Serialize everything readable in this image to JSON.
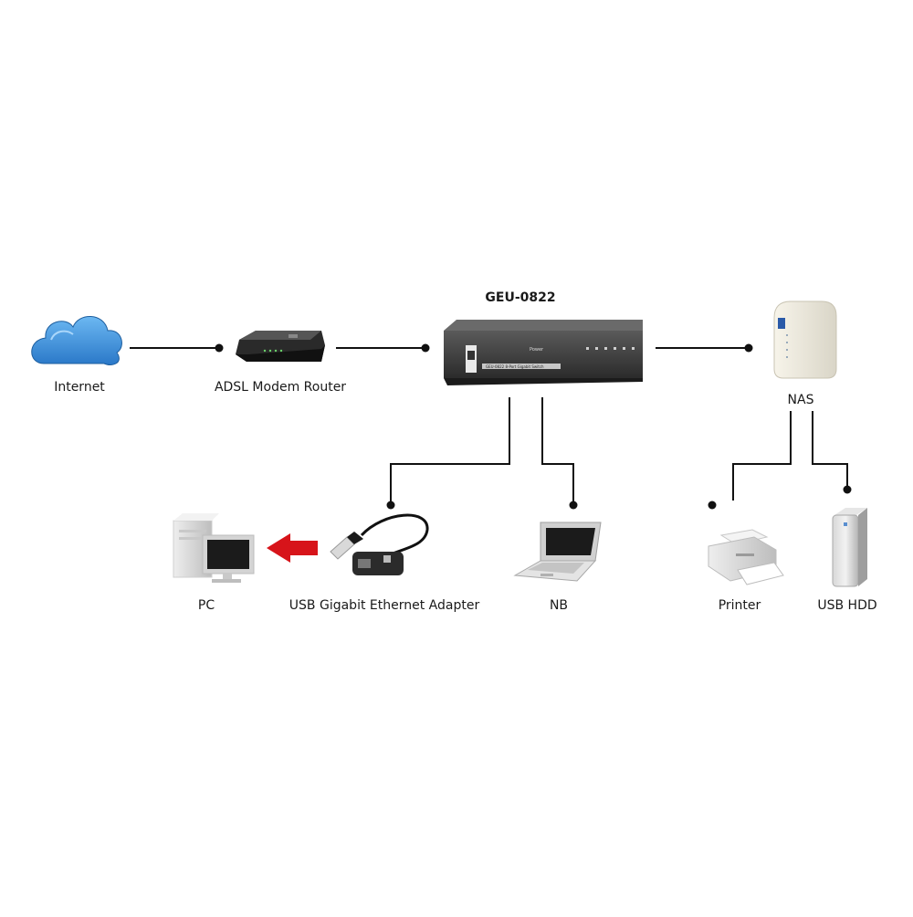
{
  "diagram": {
    "switch_label": "GEU-0822",
    "nodes": {
      "internet": "Internet",
      "modem": "ADSL Modem Router",
      "nas": "NAS",
      "pc": "PC",
      "adapter": "USB Gigabit Ethernet Adapter",
      "nb": "NB",
      "printer": "Printer",
      "hdd": "USB HDD"
    },
    "switch_panel": {
      "power": "Power",
      "model_text": "GEU-0822 8-Port Gigabit Switch"
    },
    "icons": {
      "internet": "cloud-icon",
      "modem": "modem-router-icon",
      "switch": "network-switch-icon",
      "nas": "nas-icon",
      "pc": "desktop-pc-icon",
      "arrow": "red-arrow-icon",
      "adapter": "usb-ethernet-adapter-icon",
      "nb": "laptop-icon",
      "printer": "printer-icon",
      "hdd": "usb-hdd-icon"
    },
    "colors": {
      "cloud": "#3a8fd6",
      "line": "#111111",
      "arrow": "#d7141a",
      "switch": "#3b3b3b"
    }
  }
}
